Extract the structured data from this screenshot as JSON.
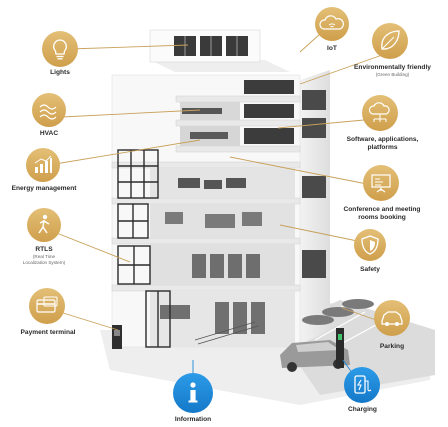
{
  "features": [
    {
      "id": "lights",
      "label": "Lights",
      "icon": "lightbulb-icon",
      "color": "#d9ad5f"
    },
    {
      "id": "iot",
      "label": "IoT",
      "icon": "cloud-wifi-icon",
      "color": "#d9ad5f"
    },
    {
      "id": "env",
      "label": "Environmentally friendly",
      "sublabel": "(Green Building)",
      "icon": "leaf-icon",
      "color": "#d9ad5f"
    },
    {
      "id": "hvac",
      "label": "HVAC",
      "icon": "air-flow-icon",
      "color": "#d9ad5f"
    },
    {
      "id": "software",
      "label": "Software, applications,",
      "label2": "platforms",
      "icon": "cloud-network-icon",
      "color": "#d9ad5f"
    },
    {
      "id": "energy",
      "label": "Energy management",
      "icon": "bar-chart-icon",
      "color": "#d9ad5f"
    },
    {
      "id": "conference",
      "label": "Conference and meeting",
      "label2": "rooms booking",
      "icon": "presentation-board-icon",
      "color": "#d9ad5f"
    },
    {
      "id": "rtls",
      "label": "RTLS",
      "sublabel": "(Real Time",
      "sublabel2": "Localization System)",
      "icon": "walking-person-icon",
      "color": "#d9ad5f"
    },
    {
      "id": "safety",
      "label": "Safety",
      "icon": "shield-icon",
      "color": "#d9ad5f"
    },
    {
      "id": "payment",
      "label": "Payment terminal",
      "icon": "credit-card-icon",
      "color": "#d9ad5f"
    },
    {
      "id": "parking",
      "label": "Parking",
      "icon": "car-icon",
      "color": "#d9ad5f"
    },
    {
      "id": "charging",
      "label": "Charging",
      "icon": "ev-charger-icon",
      "color": "#1e88d8"
    },
    {
      "id": "info",
      "label": "Information",
      "icon": "info-icon",
      "color": "#1e88d8"
    }
  ]
}
